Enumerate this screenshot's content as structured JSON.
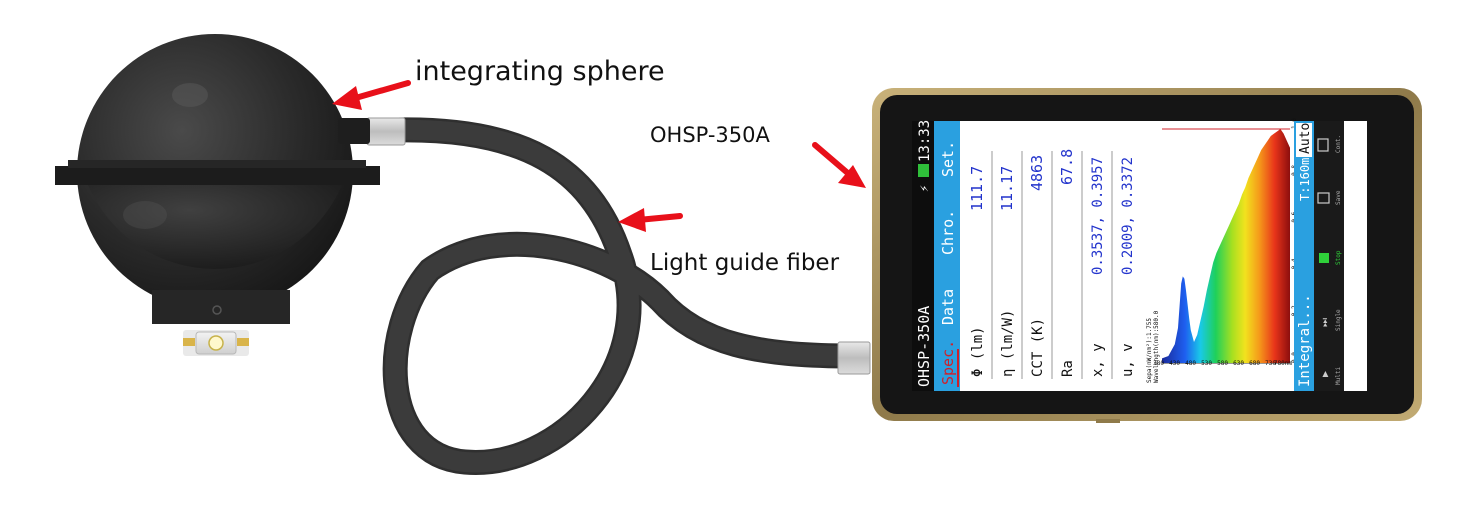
{
  "callouts": {
    "sphere": "integrating sphere",
    "model": "OHSP-350A",
    "fiber": "Light guide fiber"
  },
  "device": {
    "model": "OHSP-350A",
    "clock": "13:33",
    "tabs": [
      "Spec.",
      "Data",
      "Chro.",
      "Set."
    ],
    "active_tab": "Spec.",
    "rows": [
      {
        "label": "Φ (lm)",
        "value": "111.7"
      },
      {
        "label": "η (lm/W)",
        "value": "11.17"
      },
      {
        "label": "CCT (K)",
        "value": "4863"
      },
      {
        "label": "Ra",
        "value": "67.8"
      },
      {
        "label": "x, y",
        "value": "0.3537, 0.3957"
      },
      {
        "label": "u, v",
        "value": "0.2009, 0.3372"
      }
    ],
    "status_left": "Integral...",
    "status_right": "T:160ms",
    "mode": "Auto",
    "toolbar": [
      "Multi",
      "Single",
      "Stop",
      "Save",
      "Cont."
    ]
  },
  "chart_data": {
    "type": "area",
    "annotation": [
      "Sepa(nW/nm²):1.755",
      "Wavelength(nm):580.0"
    ],
    "y_ticks": [
      "0.0",
      "0.2",
      "0.4",
      "0.6",
      "0.8",
      "1.0"
    ],
    "x_ticks": [
      "380",
      "430",
      "480",
      "530",
      "580",
      "630",
      "680",
      "730",
      "780nm"
    ],
    "ylim": [
      0,
      1.0
    ],
    "xlim": [
      380,
      780
    ],
    "x": [
      380,
      400,
      420,
      430,
      440,
      445,
      450,
      455,
      460,
      465,
      470,
      480,
      490,
      500,
      510,
      520,
      530,
      540,
      550,
      560,
      570,
      580,
      590,
      600,
      610,
      620,
      630,
      640,
      650,
      660,
      670,
      680,
      690,
      700,
      710,
      720,
      730,
      740,
      750,
      760,
      770,
      780
    ],
    "values": [
      0.02,
      0.03,
      0.08,
      0.15,
      0.34,
      0.37,
      0.36,
      0.31,
      0.25,
      0.19,
      0.14,
      0.09,
      0.12,
      0.18,
      0.24,
      0.31,
      0.37,
      0.43,
      0.47,
      0.5,
      0.53,
      0.56,
      0.59,
      0.62,
      0.65,
      0.68,
      0.72,
      0.75,
      0.79,
      0.82,
      0.85,
      0.88,
      0.91,
      0.93,
      0.95,
      0.97,
      0.98,
      0.99,
      1.0,
      0.98,
      0.95,
      0.92
    ]
  }
}
